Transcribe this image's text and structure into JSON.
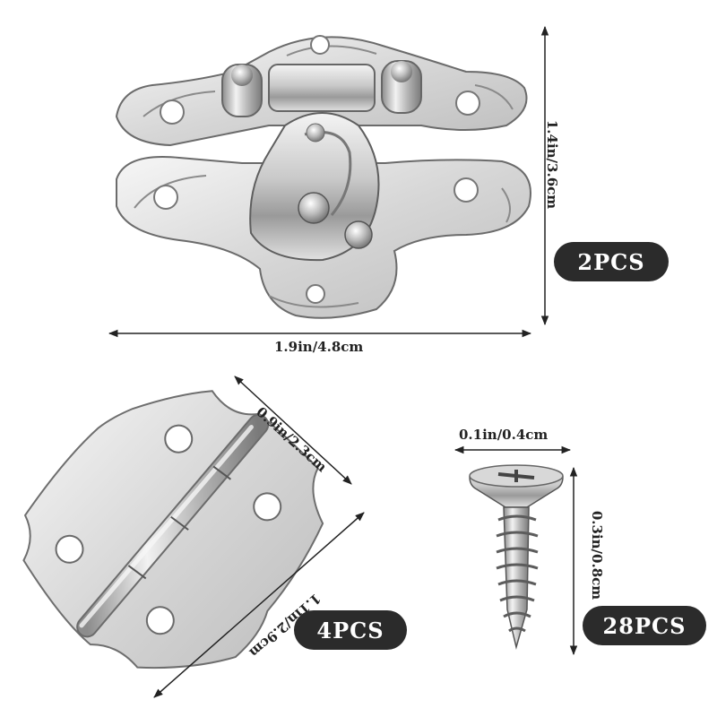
{
  "latch": {
    "width_label": "1.9in/4.8cm",
    "height_label": "1.4in/3.6cm",
    "quantity": "2PCS"
  },
  "hinge": {
    "width_label": "0.9in/2.3cm",
    "length_label": "1.1in/2.9cm",
    "quantity": "4PCS"
  },
  "screw": {
    "head_label": "0.1in/0.4cm",
    "length_label": "0.3in/0.8cm",
    "quantity": "28PCS"
  }
}
